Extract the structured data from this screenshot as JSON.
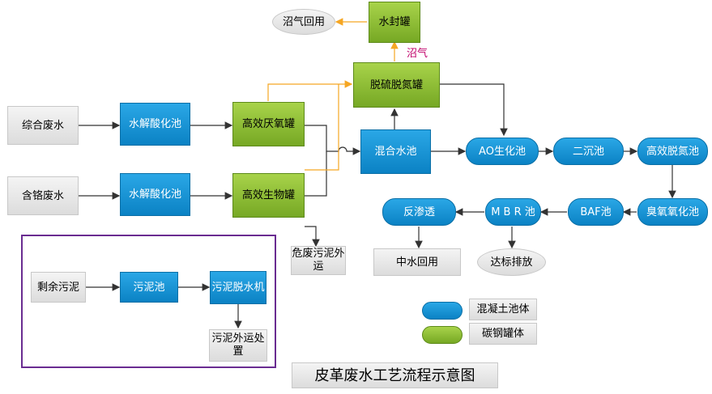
{
  "title": "皮革废水工艺流程示意图",
  "nodes": {
    "zonghe": "综合废水",
    "hange": "含铬废水",
    "shuijie1": "水解酸化池",
    "shuijie2": "水解酸化池",
    "yanyang": "高效厌氧罐",
    "shengwu": "高效生物罐",
    "tuoliu": "脱硫脱氮罐",
    "shuifeng": "水封罐",
    "zhaoqi_huiyong": "沼气回用",
    "hunhe": "混合水池",
    "ao": "AO生化池",
    "erchen": "二沉池",
    "gaoxiao_tuodan": "高效脱氮池",
    "chouyang": "臭氧氧化池",
    "baf": "BAF池",
    "mbr": "M B R 池",
    "fanshentou": "反渗透",
    "zhongshui": "中水回用",
    "dabiao": "达标排放",
    "weifei": "危废污泥外运",
    "shengyu": "剩余污泥",
    "wunichi": "污泥池",
    "tuoshuiji": "污泥脱水机",
    "waiyun": "污泥外运处置"
  },
  "edge_labels": {
    "zhaoqi": "沼气"
  },
  "legend": {
    "concrete": "混凝土池体",
    "steel": "碳钢罐体"
  },
  "colors": {
    "blue": "#1590d4",
    "green": "#8cbd32",
    "gas": "#f5a623",
    "arrow": "#333333",
    "frame": "#6a2c91",
    "gas_label": "#c0006a"
  }
}
